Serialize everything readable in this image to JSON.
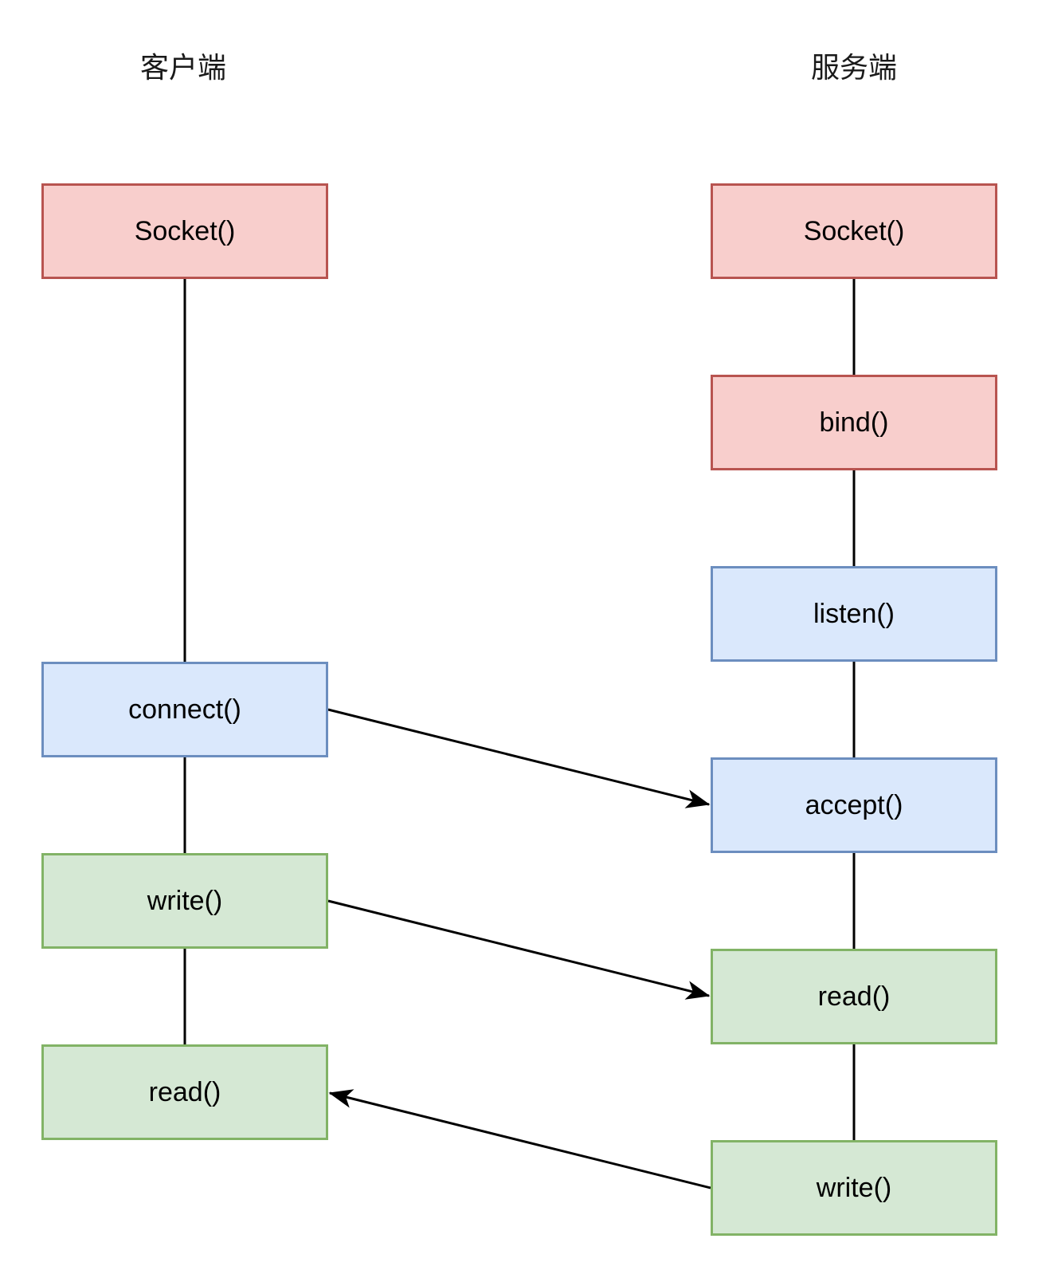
{
  "diagram": {
    "client": {
      "header": "客户端",
      "boxes": [
        {
          "id": "socket",
          "label": "Socket()",
          "color": "red"
        },
        {
          "id": "connect",
          "label": "connect()",
          "color": "blue"
        },
        {
          "id": "write",
          "label": "write()",
          "color": "green"
        },
        {
          "id": "read",
          "label": "read()",
          "color": "green"
        }
      ]
    },
    "server": {
      "header": "服务端",
      "boxes": [
        {
          "id": "socket",
          "label": "Socket()",
          "color": "red"
        },
        {
          "id": "bind",
          "label": "bind()",
          "color": "red"
        },
        {
          "id": "listen",
          "label": "listen()",
          "color": "blue"
        },
        {
          "id": "accept",
          "label": "accept()",
          "color": "blue"
        },
        {
          "id": "read",
          "label": "read()",
          "color": "green"
        },
        {
          "id": "write",
          "label": "write()",
          "color": "green"
        }
      ]
    },
    "arrows": [
      {
        "from": "client.connect()",
        "to": "server.accept()"
      },
      {
        "from": "client.write()",
        "to": "server.read()"
      },
      {
        "from": "server.write()",
        "to": "client.read()"
      }
    ],
    "colors": {
      "red_fill": "#f8cecc",
      "red_stroke": "#b85450",
      "blue_fill": "#dae8fc",
      "blue_stroke": "#6c8ebf",
      "green_fill": "#d5e8d4",
      "green_stroke": "#82b366",
      "connector": "#000000",
      "background": "#ffffff"
    }
  }
}
